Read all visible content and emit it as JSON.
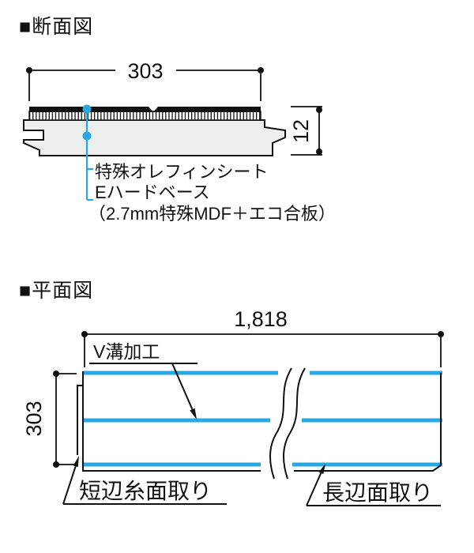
{
  "colors": {
    "accent": "#29A7E0",
    "part_fill": "#EDEEEE",
    "ink": "#111111"
  },
  "section_view": {
    "title": "■断面図",
    "width_dim": "303",
    "thickness_dim": "12",
    "labels": {
      "sheet": "特殊オレフィンシート",
      "base": "Eハードベース",
      "base_detail": "（2.7mm特殊MDF＋エコ合板）"
    }
  },
  "plan_view": {
    "title": "■平面図",
    "length_dim": "1,818",
    "width_dim": "303",
    "labels": {
      "v_groove": "V溝加工",
      "short_edge": "短辺糸面取り",
      "long_edge": "長辺面取り"
    }
  }
}
